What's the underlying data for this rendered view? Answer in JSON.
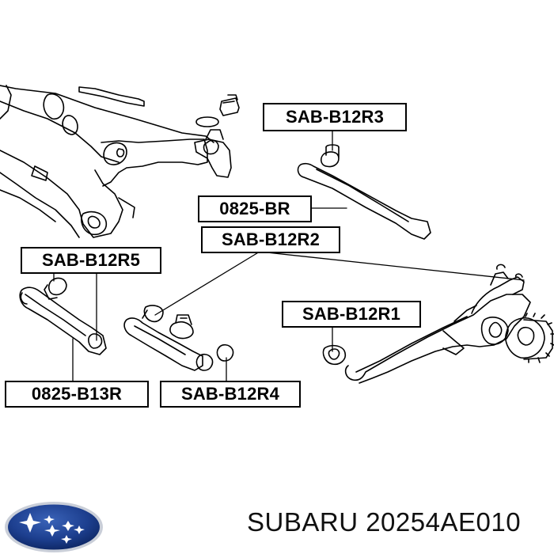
{
  "labels": {
    "sab_b12r3": "SAB-B12R3",
    "br_0825": "0825-BR",
    "sab_b12r2": "SAB-B12R2",
    "sab_b12r5": "SAB-B12R5",
    "sab_b12r1": "SAB-B12R1",
    "b13r_0825": "0825-B13R",
    "sab_b12r4": "SAB-B12R4"
  },
  "caption": "SUBARU 20254AE010",
  "logo": {
    "brand": "Subaru",
    "icon": "subaru-logo-icon",
    "colors": {
      "oval": "#1d3f8f",
      "star": "#ffffff"
    }
  }
}
